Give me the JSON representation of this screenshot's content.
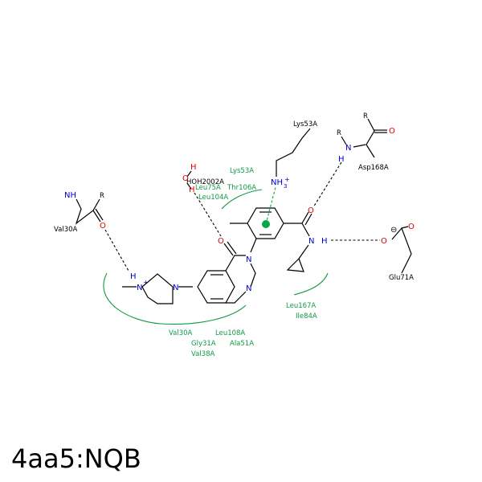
{
  "title": "4aa5:NQB",
  "residues": {
    "lys53_top": "Lys53A",
    "asp168": "Asp168A",
    "r_asp": "R",
    "r_val": "R",
    "val30": "Val30A",
    "glu71": "Glu71A",
    "hoh": "HOH2002A"
  },
  "hydrophobic": {
    "lys53": "Lys53A",
    "leu75": "Leu75A",
    "thr106": "Thr106A",
    "leu104": "Leu104A",
    "val30": "Val30A",
    "leu108": "Leu108A",
    "gly31": "Gly31A",
    "ala51": "Ala51A",
    "val38": "Val38A",
    "leu167": "Leu167A",
    "ile84": "Ile84A"
  },
  "atoms": {
    "nh_val": "NH",
    "n_asp": "N",
    "h_asp": "H",
    "o_asp": "O",
    "o_val": "O",
    "n_plus": "N",
    "h_pip": "H",
    "n_pip2": "N",
    "o_quin": "O",
    "n_quin1": "N",
    "n_quin2": "N",
    "nh3": "NH",
    "nh3_sub": "3",
    "o_amide": "O",
    "n_amide": "N",
    "h_amide": "H",
    "o_glu1": "O",
    "o_glu2": "O",
    "h_w1": "H",
    "o_w": "O",
    "h_w2": "H",
    "plus": "+",
    "minus": "⊖"
  },
  "colors": {
    "hydrophobic": "#119944",
    "nitrogen": "#0000cc",
    "oxygen": "#dd0000",
    "pi": "#00aa44"
  }
}
